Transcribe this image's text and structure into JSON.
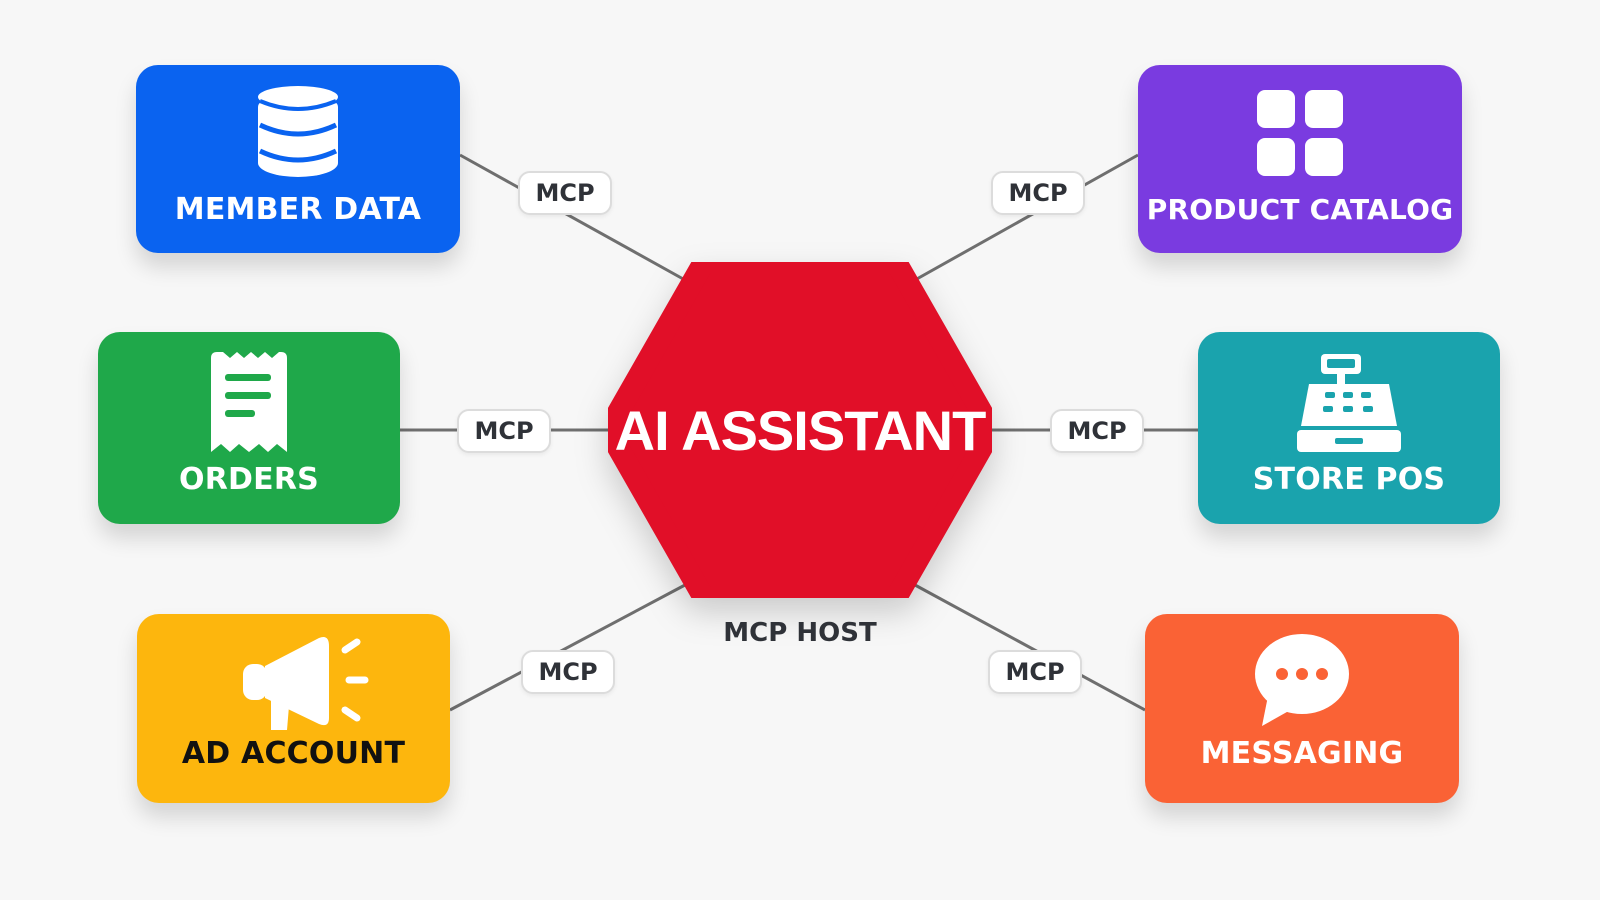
{
  "hub": {
    "title": "AI ASSISTANT",
    "caption": "MCP HOST",
    "color": "#e10f28"
  },
  "connector_label": "MCP",
  "nodes": {
    "member_data": {
      "label": "MEMBER DATA",
      "icon": "database-icon",
      "color": "#0a63f0"
    },
    "orders": {
      "label": "ORDERS",
      "icon": "receipt-icon",
      "color": "#1fa84a"
    },
    "ad_account": {
      "label": "AD ACCOUNT",
      "icon": "megaphone-icon",
      "color": "#fdb60d"
    },
    "product_catalog": {
      "label": "PRODUCT CATALOG",
      "icon": "grid-icon",
      "color": "#7a3be0"
    },
    "store_pos": {
      "label": "STORE POS",
      "icon": "cash-register-icon",
      "color": "#1aa3ad"
    },
    "messaging": {
      "label": "MESSAGING",
      "icon": "chat-bubble-icon",
      "color": "#fa6235"
    }
  }
}
